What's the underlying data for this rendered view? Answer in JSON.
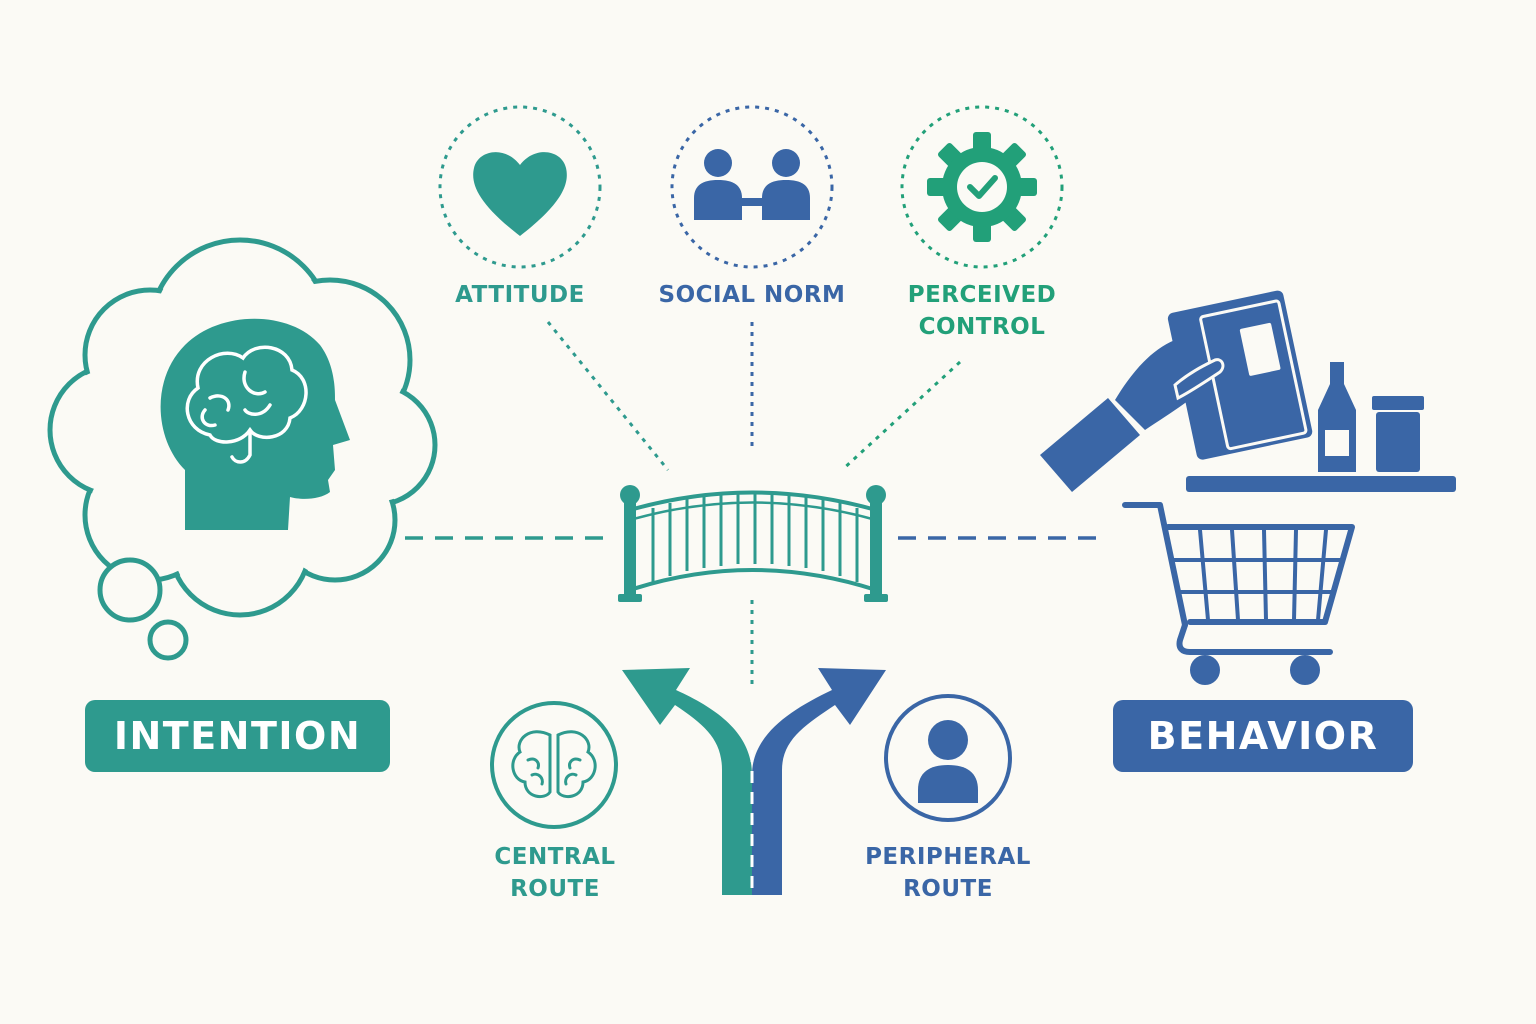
{
  "intention": {
    "label": "INTENTION"
  },
  "behavior": {
    "label": "BEHAVIOR"
  },
  "factors": [
    {
      "label": "ATTITUDE",
      "icon": "heart-icon"
    },
    {
      "label": "SOCIAL NORM",
      "icon": "linked-people-icon"
    },
    {
      "label_line1": "PERCEIVED",
      "label_line2": "CONTROL",
      "icon": "gear-check-icon"
    }
  ],
  "routes": {
    "central": {
      "line1": "CENTRAL",
      "line2": "ROUTE",
      "icon": "brain-icon"
    },
    "peripheral": {
      "line1": "PERIPHERAL",
      "line2": "ROUTE",
      "icon": "person-icon"
    }
  },
  "colors": {
    "teal": "#2e9a8e",
    "blue": "#3a66a6",
    "green": "#22a079",
    "background": "#fbfaf5"
  }
}
